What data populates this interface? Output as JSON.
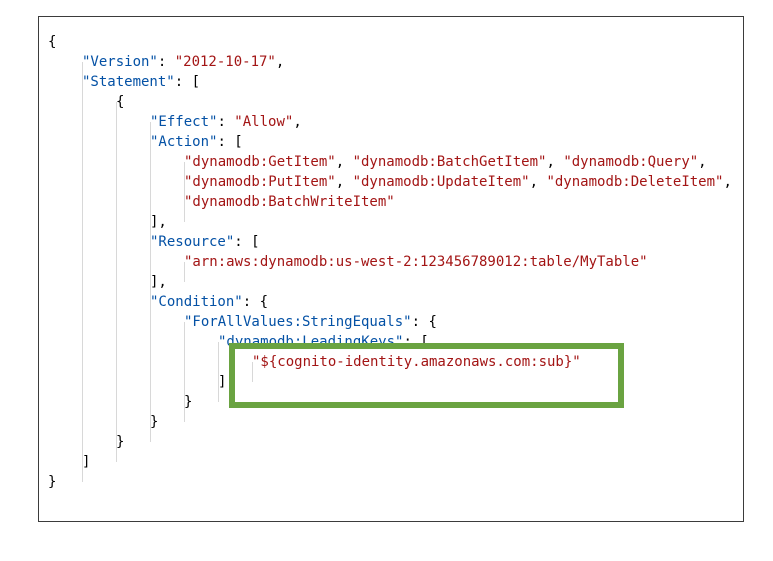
{
  "colors": {
    "key": "#0451a5",
    "string": "#a31515",
    "punctuation": "#000000",
    "highlight_border": "#6aa341"
  },
  "policy": {
    "open_brace": "{",
    "version_key": "\"Version\"",
    "version_value": "\"2012-10-17\"",
    "statement_key": "\"Statement\"",
    "statement_open": "[",
    "stmt_open_brace": "{",
    "effect_key": "\"Effect\"",
    "effect_value": "\"Allow\"",
    "action_key": "\"Action\"",
    "action_open": "[",
    "actions_line1": [
      "\"dynamodb:GetItem\"",
      "\"dynamodb:BatchGetItem\"",
      "\"dynamodb:Query\""
    ],
    "actions_line2": [
      "\"dynamodb:PutItem\"",
      "\"dynamodb:UpdateItem\"",
      "\"dynamodb:DeleteItem\""
    ],
    "actions_line3": [
      "\"dynamodb:BatchWriteItem\""
    ],
    "action_close": "],",
    "resource_key": "\"Resource\"",
    "resource_open": "[",
    "resource_value": "\"arn:aws:dynamodb:us-west-2:123456789012:table/MyTable\"",
    "resource_close": "],",
    "condition_key": "\"Condition\"",
    "condition_open": "{",
    "forall_key": "\"ForAllValues:StringEquals\"",
    "forall_open": "{",
    "leading_keys_key": "\"dynamodb:LeadingKeys\"",
    "leading_keys_open": "[",
    "leading_keys_value": "\"${cognito-identity.amazonaws.com:sub}\"",
    "leading_keys_close": "]",
    "forall_close": "}",
    "condition_close": "}",
    "stmt_close_brace": "}",
    "statement_close": "]",
    "close_brace": "}"
  }
}
